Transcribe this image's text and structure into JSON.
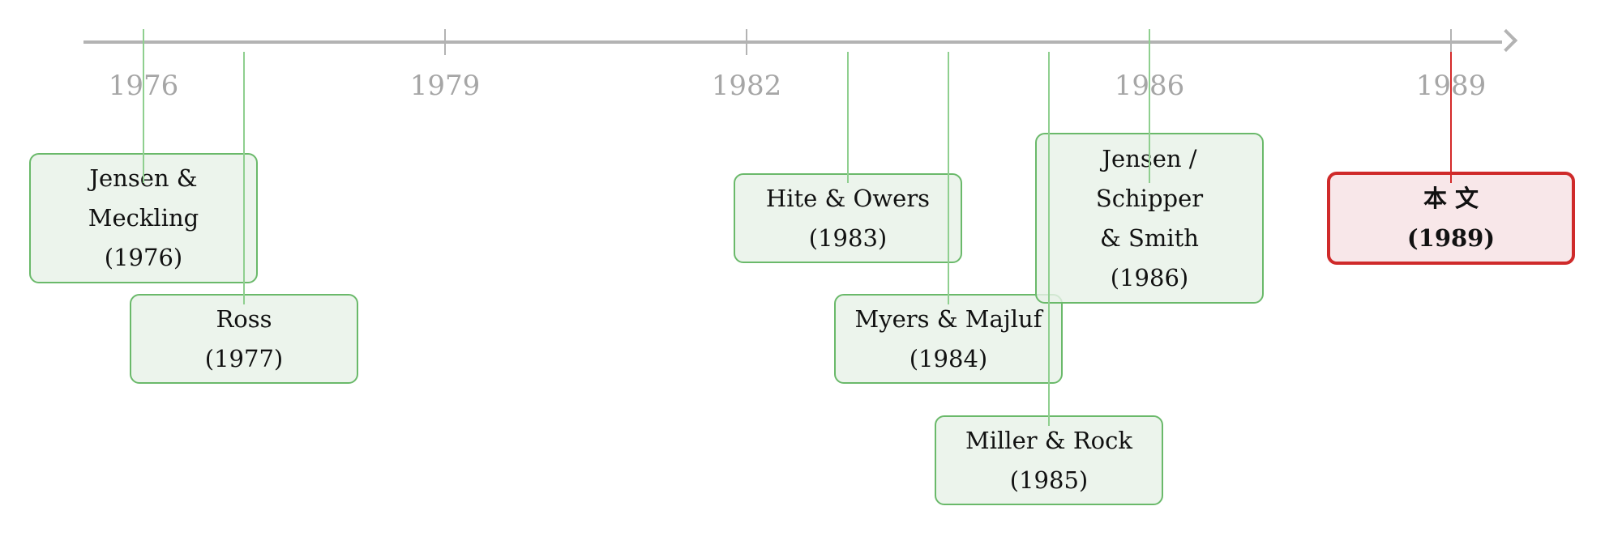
{
  "timeline": {
    "years": [
      "1976",
      "1979",
      "1982",
      "1986",
      "1989"
    ],
    "events": [
      {
        "id": "jensen-meckling",
        "lines": [
          "Jensen &",
          "Meckling",
          "(1976)"
        ],
        "current": false
      },
      {
        "id": "ross",
        "lines": [
          "Ross",
          "(1977)"
        ],
        "current": false
      },
      {
        "id": "hite-owers",
        "lines": [
          "Hite & Owers",
          "(1983)"
        ],
        "current": false
      },
      {
        "id": "myers-majluf",
        "lines": [
          "Myers & Majluf",
          "(1984)"
        ],
        "current": false
      },
      {
        "id": "miller-rock",
        "lines": [
          "Miller & Rock",
          "(1985)"
        ],
        "current": false
      },
      {
        "id": "jensen-schipper-smith",
        "lines": [
          "Jensen /",
          "Schipper",
          "& Smith",
          "(1986)"
        ],
        "current": false
      },
      {
        "id": "this-paper",
        "lines": [
          "本 文",
          "(1989)"
        ],
        "current": true
      }
    ]
  },
  "colors": {
    "axis": "#b3b3b3",
    "year_label": "#a6a6a6",
    "event_border": "#6ab96a",
    "event_fill": "#e8f2e8",
    "connector": "#8fcf8f",
    "current_border": "#cf2a2a",
    "current_fill": "#f7e5e7",
    "current_connector": "#d42a2a"
  }
}
